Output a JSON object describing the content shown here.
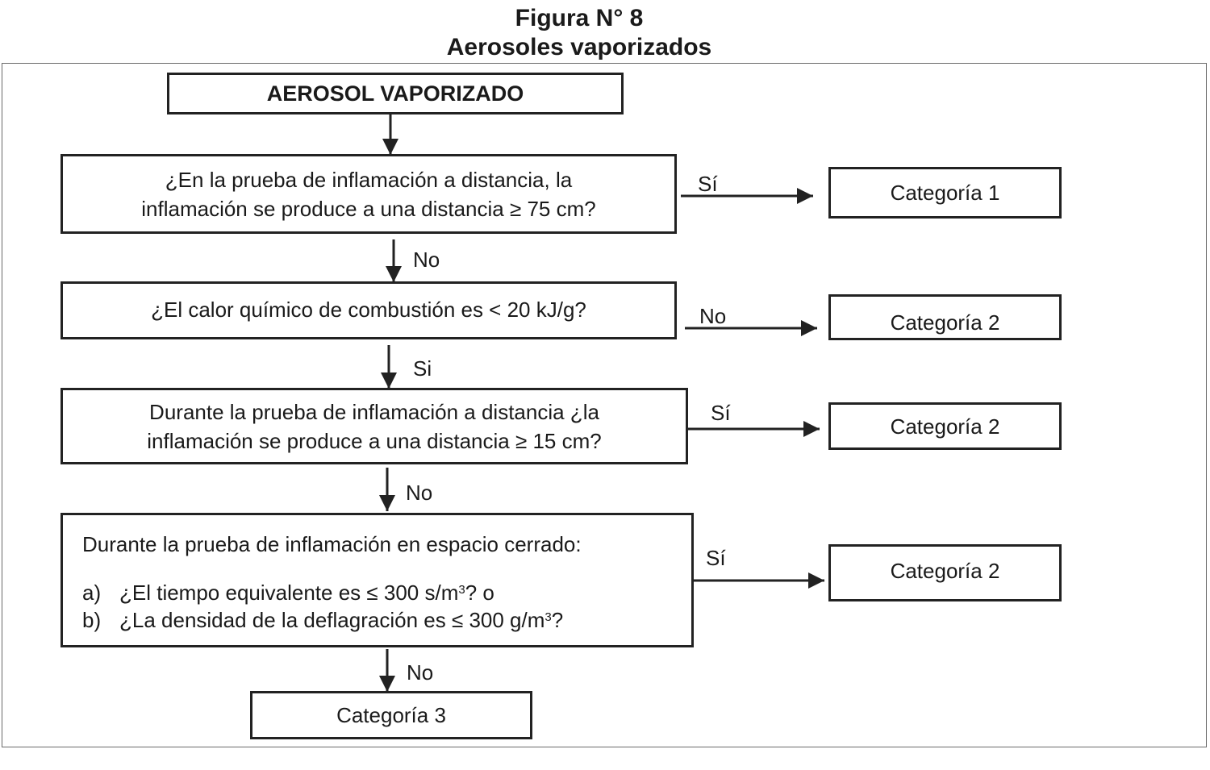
{
  "figure": {
    "number": "Figura N° 8",
    "title": "Aerosoles vaporizados"
  },
  "start": {
    "label": "AEROSOL VAPORIZADO"
  },
  "q1": {
    "line1": "¿En la prueba de inflamación a distancia, la",
    "line2": "inflamación se produce a una distancia ≥ 75 cm?",
    "yes_label": "Sí",
    "no_label": "No"
  },
  "q2": {
    "text": "¿El calor químico de combustión es < 20 kJ/g?",
    "no_label": "No",
    "yes_label": "Si"
  },
  "q3": {
    "line1": "Durante la prueba de inflamación a distancia ¿la",
    "line2": "inflamación se produce a una distancia ≥ 15 cm?",
    "yes_label": "Sí",
    "no_label": "No"
  },
  "q4": {
    "intro": "Durante la prueba de inflamación en espacio cerrado:",
    "a_key": "a)",
    "a_text": "¿El tiempo equivalente es ≤ 300 s/m",
    "a_sup": "3",
    "a_tail": "? o",
    "b_key": "b)",
    "b_text": "¿La densidad de la deflagración es ≤ 300 g/m",
    "b_sup": "3",
    "b_tail": "?",
    "yes_label": "Sí",
    "no_label": "No"
  },
  "results": {
    "r1": "Categoría 1",
    "r2": "Categoría 2",
    "r3": "Categoría 2",
    "r4": "Categoría 2",
    "r5": "Categoría 3"
  }
}
